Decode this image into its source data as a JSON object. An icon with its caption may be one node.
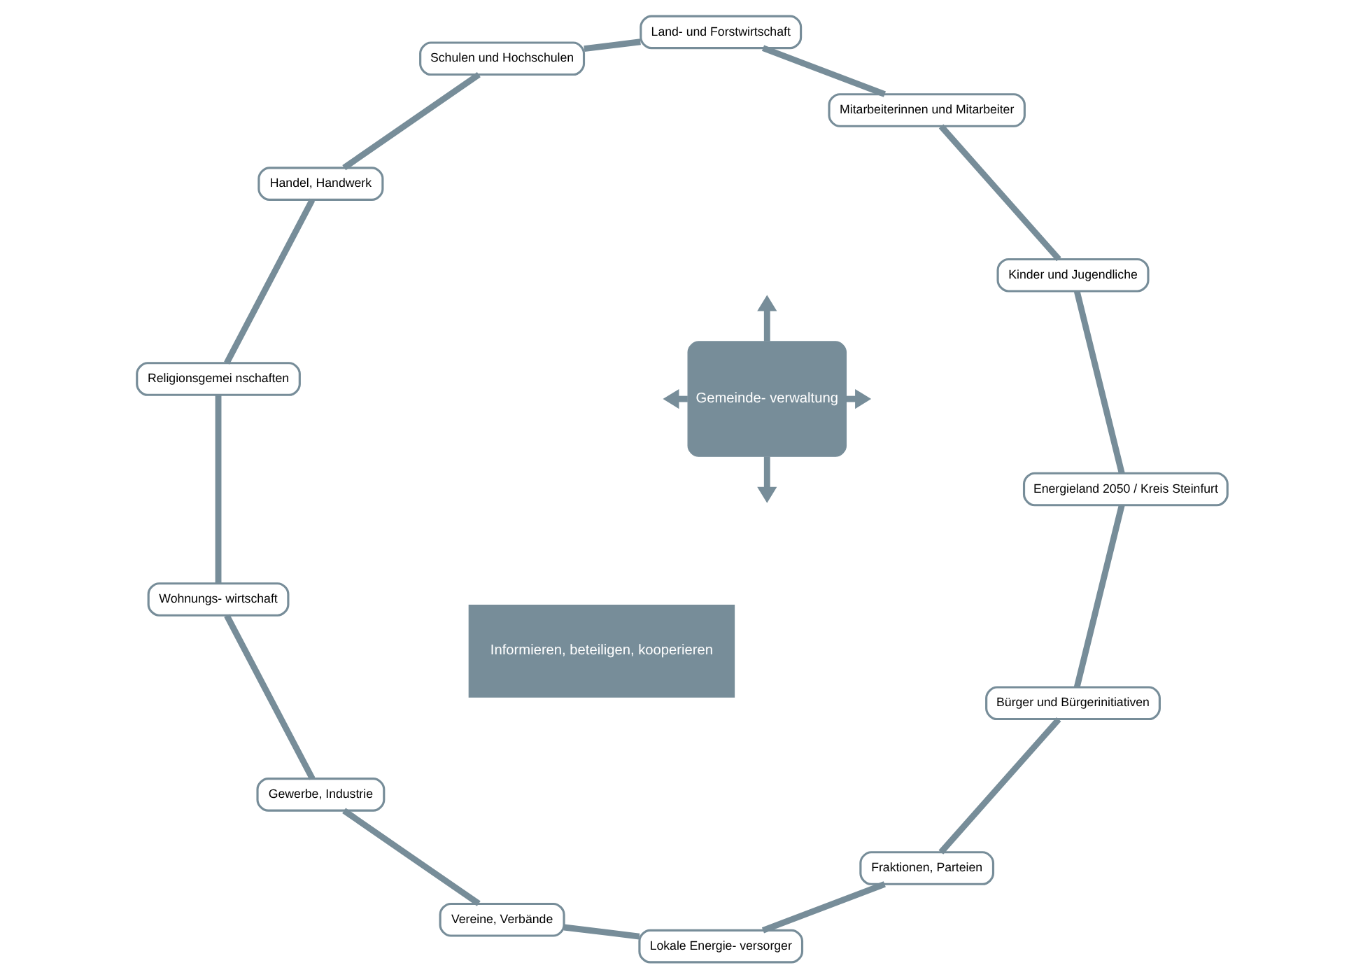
{
  "diagram": {
    "nodes": [
      {
        "text": [
          "Informieren, beteiligen, kooperieren"
        ]
      },
      {
        "text": [
          "Bürger und Bürgerinitiativen"
        ]
      },
      {
        "text": [
          "Fraktionen, Parteien"
        ]
      },
      {
        "text": [
          "Lokale Energie- versorger"
        ]
      },
      {
        "text": [
          "Vereine, Verbände"
        ]
      },
      {
        "text": [
          "Gewerbe, Industrie"
        ]
      },
      {
        "text": [
          "Wohnungs- wirtschaft"
        ]
      },
      {
        "text": [
          "Religionsgemei nschaften"
        ]
      },
      {
        "text": [
          "Handel, Handwerk"
        ]
      },
      {
        "text": [
          "Schulen und Hochschulen"
        ]
      },
      {
        "text": [
          "Land- und Forstwirtschaft"
        ]
      },
      {
        "text": [
          "Mitarbeiterinnen und Mitarbeiter"
        ]
      },
      {
        "text": [
          "Kinder und Jugendliche"
        ]
      },
      {
        "text": [
          "Energieland 2050 / Kreis Steinfurt"
        ]
      },
      {
        "text": [
          "Gemeinde- verwaltung"
        ]
      }
    ],
    "edges": [
      {
        "from": 1,
        "to": 2,
        "arrow": "none"
      },
      {
        "from": 2,
        "to": 3,
        "arrow": "none"
      },
      {
        "from": 3,
        "to": 4,
        "arrow": "none"
      },
      {
        "from": 4,
        "to": 5,
        "arrow": "none"
      },
      {
        "from": 5,
        "to": 6,
        "arrow": "none"
      },
      {
        "from": 6,
        "to": 7,
        "arrow": "none"
      },
      {
        "from": 7,
        "to": 8,
        "arrow": "none"
      },
      {
        "from": 8,
        "to": 9,
        "arrow": "none"
      },
      {
        "from": 9,
        "to": 10,
        "arrow": "none"
      },
      {
        "from": 10,
        "to": 11,
        "arrow": "none"
      },
      {
        "from": 11,
        "to": 12,
        "arrow": "none"
      },
      {
        "from": 12,
        "to": 13,
        "arrow": "none"
      },
      {
        "from": 13,
        "to": 1,
        "arrow": "none"
      },
      {
        "from": 14,
        "to": null,
        "arrow": "to"
      },
      {
        "from": 14,
        "to": null,
        "arrow": "to"
      },
      {
        "from": 14,
        "to": null,
        "arrow": "to"
      },
      {
        "from": 14,
        "to": null,
        "arrow": "to"
      }
    ]
  }
}
